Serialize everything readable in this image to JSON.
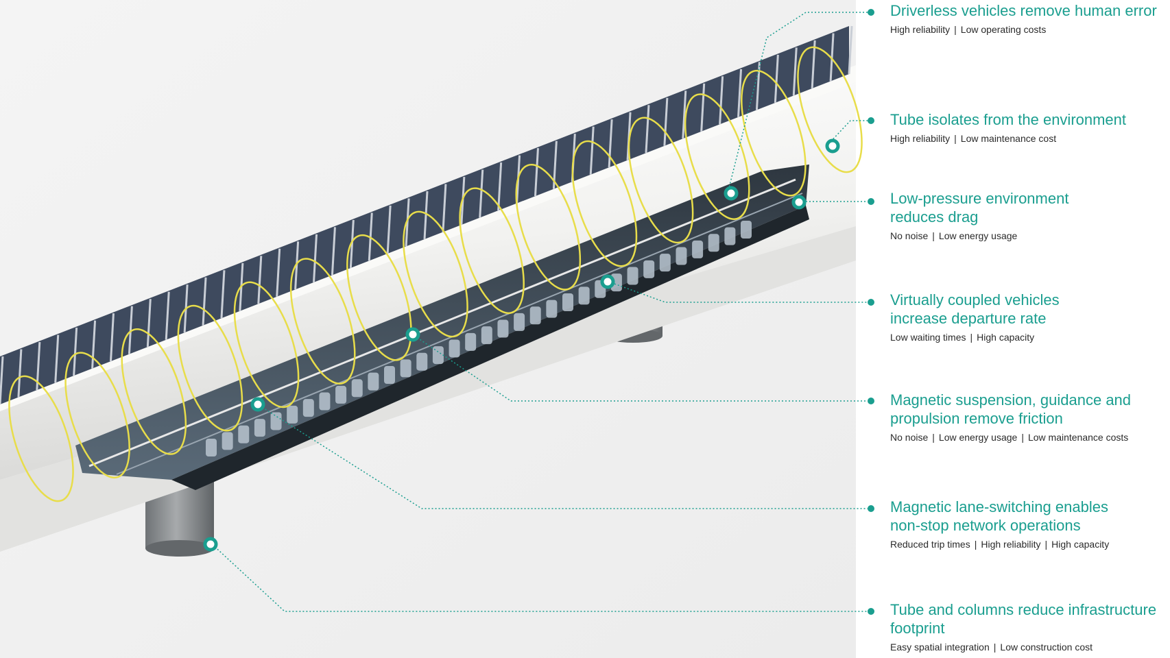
{
  "accent_color": "#1a9e8f",
  "features": [
    {
      "title": "Driverless vehicles remove human error",
      "benefits": [
        "High reliability",
        "Low operating costs"
      ]
    },
    {
      "title": "Tube isolates from the environment",
      "benefits": [
        "High reliability",
        "Low maintenance cost"
      ]
    },
    {
      "title": "Low-pressure environment reduces drag",
      "benefits": [
        "No noise",
        "Low energy usage"
      ]
    },
    {
      "title": "Virtually coupled vehicles increase departure rate",
      "benefits": [
        "Low waiting times",
        "High capacity"
      ]
    },
    {
      "title": "Magnetic suspension, guidance and propulsion remove friction",
      "benefits": [
        "No noise",
        "Low energy usage",
        "Low maintenance costs"
      ]
    },
    {
      "title": "Magnetic lane-switching enables non-stop network operations",
      "benefits": [
        "Reduced trip times",
        "High reliability",
        "High capacity"
      ]
    },
    {
      "title": "Tube and columns reduce infrastructure footprint",
      "benefits": [
        "Easy spatial integration",
        "Low construction cost"
      ]
    }
  ],
  "separator": "|"
}
